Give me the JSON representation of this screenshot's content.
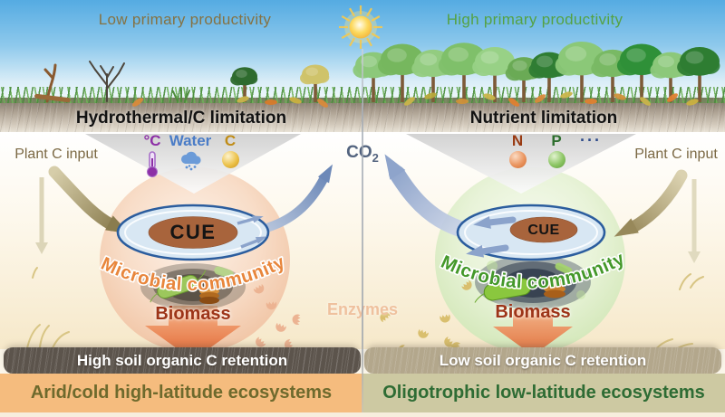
{
  "figure_title": "Microbial carbon use efficiency across ecosystems",
  "center": {
    "co2_label": "CO",
    "co2_sub": "2",
    "enzymes_label": "Enzymes",
    "sun_icon": "sun-icon",
    "divider_color": "#9aa2ac"
  },
  "panels": {
    "left": {
      "productivity_label": "Low primary productivity",
      "limitation_label": "Hydrothermal/C limitation",
      "plant_input_label": "Plant C input",
      "factors": [
        {
          "label": "°C",
          "color": "#8d2fa6",
          "icon": "thermometer-icon"
        },
        {
          "label": "Water",
          "color": "#4a7cc7",
          "icon": "rain-cloud-icon"
        },
        {
          "label": "C",
          "color": "#c08c16",
          "icon": "carbon-sphere-icon"
        }
      ],
      "cue_label": "CUE",
      "community_label": "Microbial community",
      "biomass_label": "Biomass",
      "retention_label": "High soil organic C retention",
      "footer_label": "Arid/cold high-latitude ecosystems",
      "accent_color": "#e8863c",
      "footer_bg": "#f5bc7e",
      "footer_text_color": "#6e6a2d",
      "soil_band_color": "#5c544c"
    },
    "right": {
      "productivity_label": "High primary productivity",
      "limitation_label": "Nutrient limitation",
      "plant_input_label": "Plant C input",
      "factors": [
        {
          "label": "N",
          "color": "#993a12",
          "icon": "nitrogen-sphere-icon"
        },
        {
          "label": "P",
          "color": "#2d6e2d",
          "icon": "phosphorus-sphere-icon"
        },
        {
          "label": "···",
          "color": "#2d4a8a",
          "icon": "ellipsis-icon"
        }
      ],
      "cue_label": "CUE",
      "community_label": "Microbial community",
      "biomass_label": "Biomass",
      "retention_label": "Low soil organic C retention",
      "footer_label": "Oligotrophic low-latitude ecosystems",
      "accent_color": "#44982a",
      "footer_bg": "#cdc9a2",
      "footer_text_color": "#2e6c34",
      "soil_band_color": "#b3a78c"
    }
  },
  "icons": {
    "sun": "sun-icon",
    "thermometer": "thermometer-icon",
    "rain_cloud": "rain-cloud-icon",
    "carbon_sphere": "carbon-sphere-icon",
    "nitrogen_sphere": "nitrogen-sphere-icon",
    "phosphorus_sphere": "phosphorus-sphere-icon",
    "enzyme": "enzyme-icon",
    "bacteria": "bacteria-icon",
    "tree": "tree-icon",
    "wheat": "wheat-icon"
  }
}
